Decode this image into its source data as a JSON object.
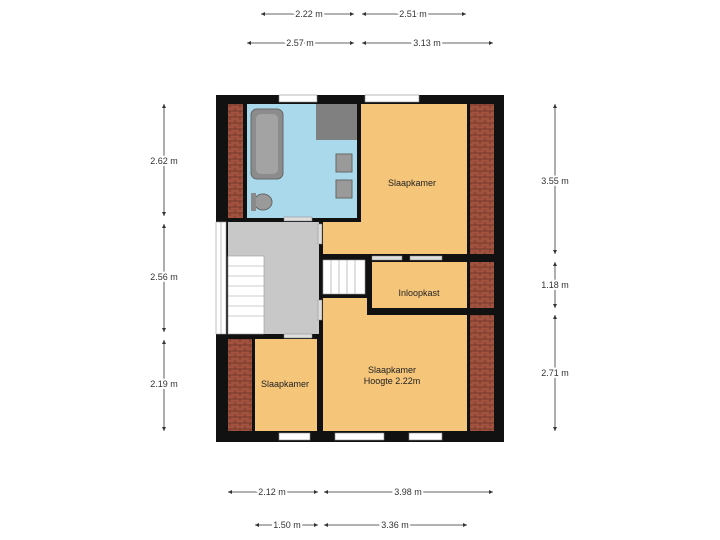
{
  "rooms": {
    "slaapkamer_1": "Slaapkamer",
    "inloopkast": "Inloopkast",
    "slaapkamer_2": "Slaapkamer",
    "slaapkamer_3": "Slaapkamer",
    "slaapkamer_3_height": "Hoogte 2.22m"
  },
  "dimensions": {
    "top_row1": [
      "2.22 m",
      "2.51 m"
    ],
    "top_row2": [
      "2.57 m",
      "3.13 m"
    ],
    "left": [
      "2.62 m",
      "2.56 m",
      "2.19 m"
    ],
    "right": [
      "3.55 m",
      "1.18 m",
      "2.71 m"
    ],
    "bottom_row1": [
      "2.12 m",
      "3.98 m"
    ],
    "bottom_row2": [
      "1.50 m",
      "3.36 m"
    ]
  },
  "colors": {
    "wall": "#111111",
    "bedroom_floor": "#f5c57a",
    "bathroom_floor": "#a9d9ea",
    "hall_floor": "#c8c8c8",
    "roof_brick": "#a0523f"
  }
}
